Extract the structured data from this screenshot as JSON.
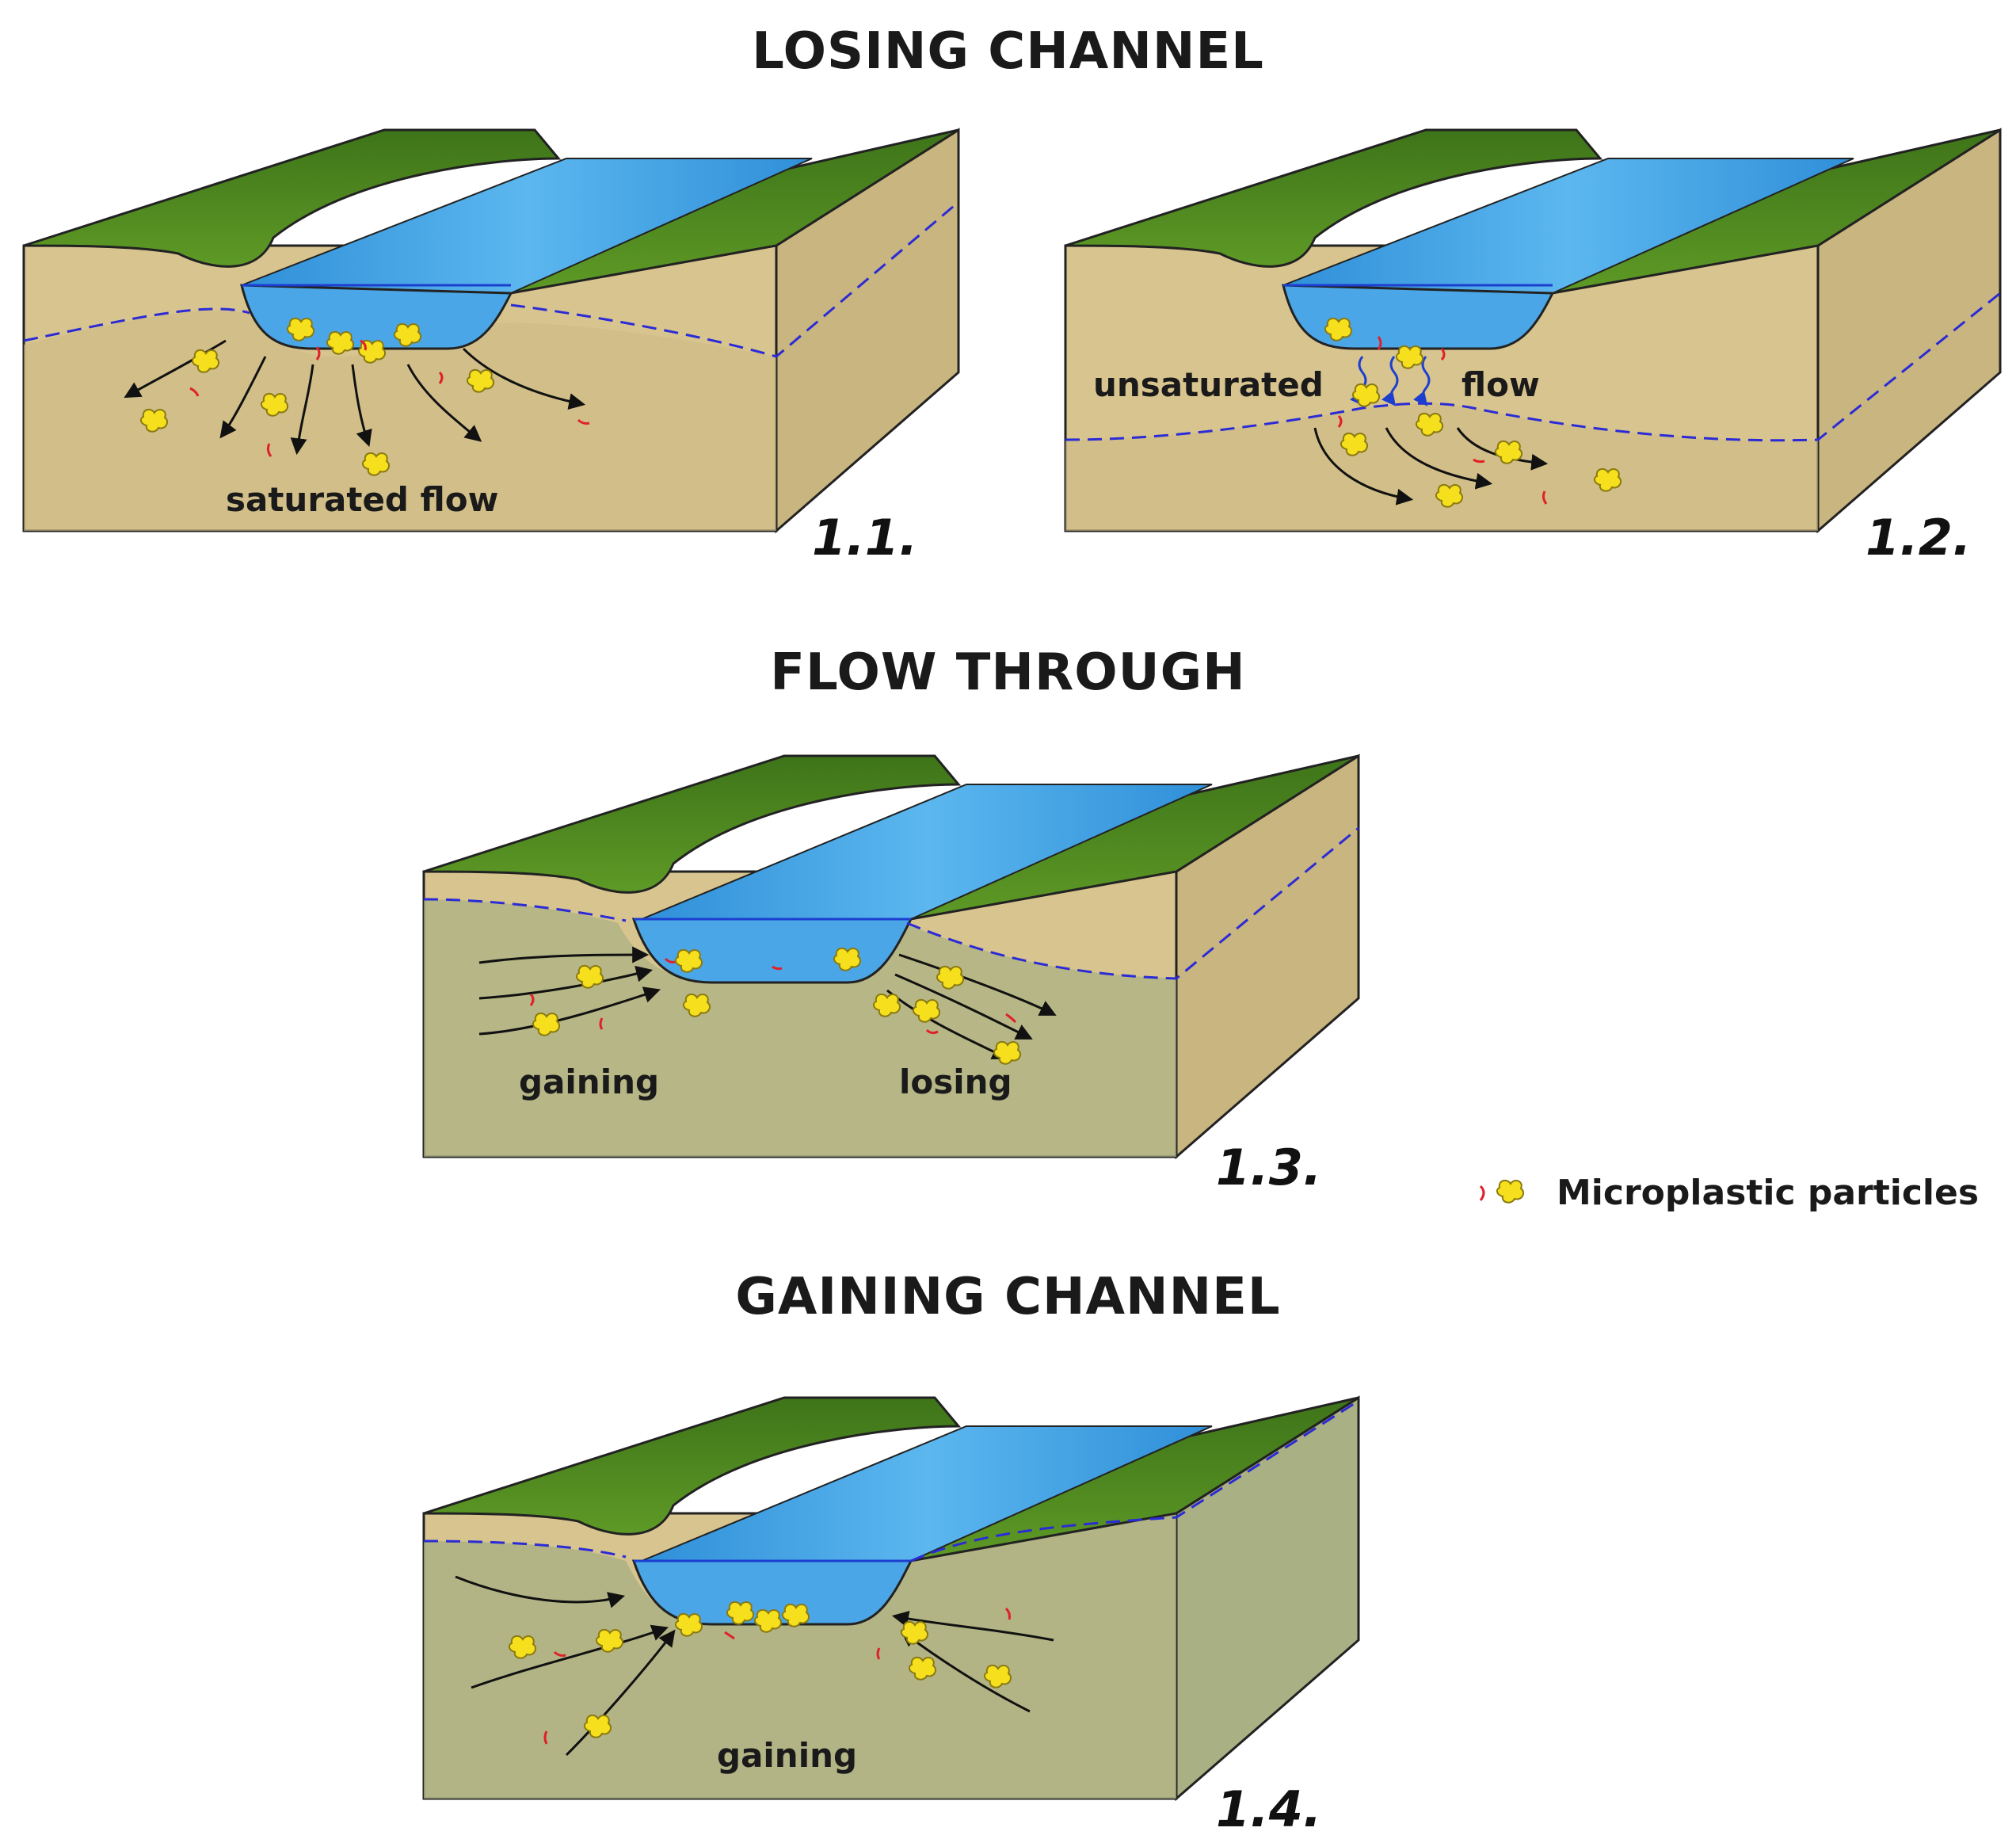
{
  "sections": {
    "losing": "LOSING CHANNEL",
    "flow_through": "FLOW THROUGH",
    "gaining": "GAINING CHANNEL"
  },
  "panels": [
    {
      "number": "1.1.",
      "labels": [
        "saturated flow"
      ]
    },
    {
      "number": "1.2.",
      "labels": [
        "unsaturated",
        "flow"
      ]
    },
    {
      "number": "1.3.",
      "labels": [
        "gaining",
        "losing"
      ]
    },
    {
      "number": "1.4.",
      "labels": [
        "gaining"
      ]
    }
  ],
  "legend": {
    "label": "Microplastic particles"
  },
  "colors": {
    "grass": "#4f8a1f",
    "grass_dark": "#2f5d12",
    "soil": "#d8c48e",
    "soil_side": "#c9b57f",
    "saturated_soil": "#9fac7c",
    "water": "#3f9fe0",
    "water_line": "#1c3fd0",
    "water_table": "#2b2bd6",
    "fragment": "#e0202a",
    "pellet": "#f6df1c"
  }
}
